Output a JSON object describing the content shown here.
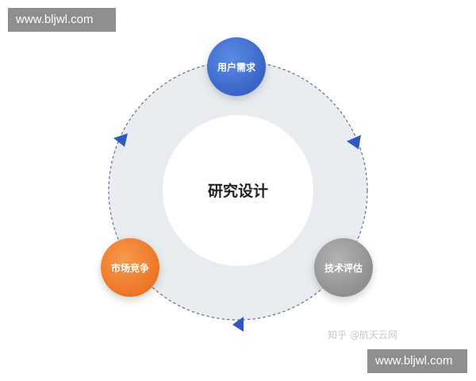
{
  "watermark": {
    "top": "www.bljwl.com",
    "bottom": "www.bljwl.com"
  },
  "center": {
    "label": "研究设计"
  },
  "nodes": [
    {
      "id": "user-needs",
      "label": "用户需求",
      "color": "#3f6fd0"
    },
    {
      "id": "tech-eval",
      "label": "技术评估",
      "color": "#9a9a9a"
    },
    {
      "id": "market-competition",
      "label": "市场竞争",
      "color": "#f07f2c"
    }
  ],
  "credit": "知乎 @航天云网",
  "colors": {
    "ring": "#e9ecf0",
    "dash": "#6d7a8a",
    "arrow": "#2f58c0"
  }
}
